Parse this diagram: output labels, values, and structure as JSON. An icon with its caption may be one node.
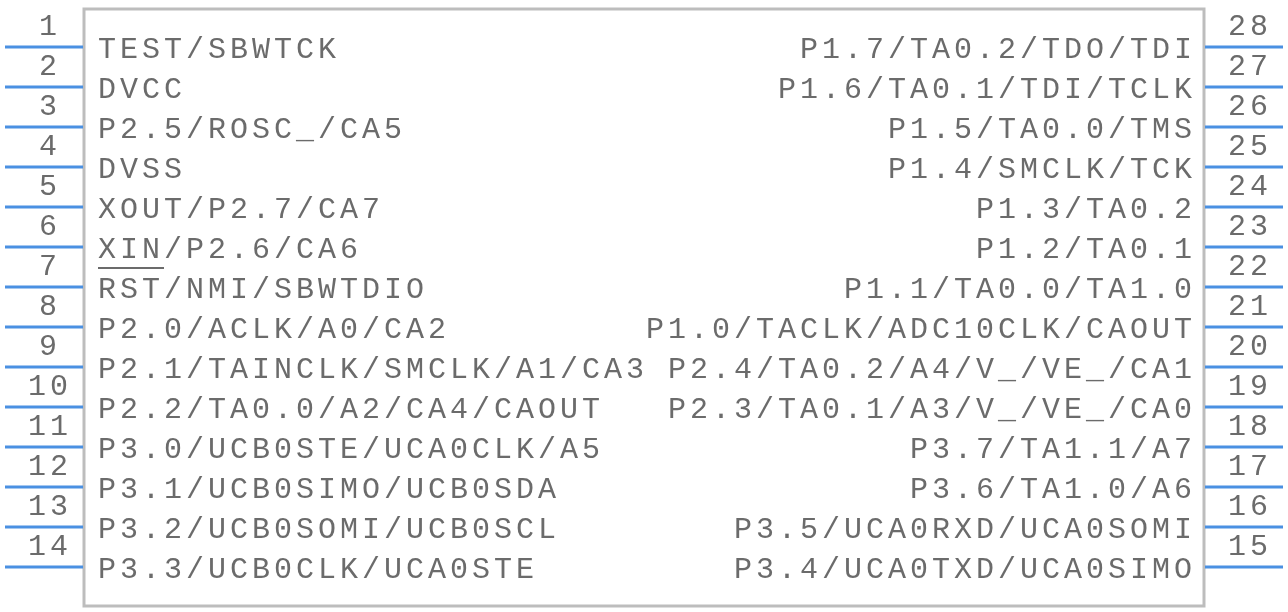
{
  "diagram": {
    "labels": [
      "1",
      "TEST/SBWTCK",
      "2",
      "DVCC",
      "3",
      "P2.5/ROSC_/CA5",
      "4",
      "DVSS",
      "5",
      "XOUT/P2.7/CA7",
      "6",
      "XIN/P2.6/CA6",
      "7",
      "RST/NMI/SBWTDIO",
      "8",
      "P2.0/ACLK/A0/CA2",
      "9",
      "P2.1/TAINCLK/SMCLK/A1/CA3",
      "10",
      "P2.2/TA0.0/A2/CA4/CAOUT",
      "11",
      "P3.0/UCB0STE/UCA0CLK/A5",
      "12",
      "P3.1/UCB0SIMO/UCB0SDA",
      "13",
      "P3.2/UCB0SOMI/UCB0SCL",
      "14",
      "P3.3/UCB0CLK/UCA0STE",
      "15",
      "P3.4/UCA0TXD/UCA0SIMO",
      "16",
      "P3.5/UCA0RXD/UCA0SOMI",
      "17",
      "P3.6/TA1.0/A6",
      "18",
      "P3.7/TA1.1/A7",
      "19",
      "P2.3/TA0.1/A3/V_/VE_/CA0",
      "20",
      "P2.4/TA0.2/A4/V_/VE_/CA1",
      "21",
      "P1.0/TACLK/ADC10CLK/CAOUT",
      "22",
      "P1.1/TA0.0/TA1.0",
      "23",
      "P1.2/TA0.1",
      "24",
      "P1.3/TA0.2",
      "25",
      "P1.4/SMCLK/TCK",
      "26",
      "P1.5/TA0.0/TMS",
      "27",
      "P1.6/TA0.1/TDI/TCLK",
      "28",
      "P1.7/TA0.2/TDO/TDI"
    ]
  }
}
